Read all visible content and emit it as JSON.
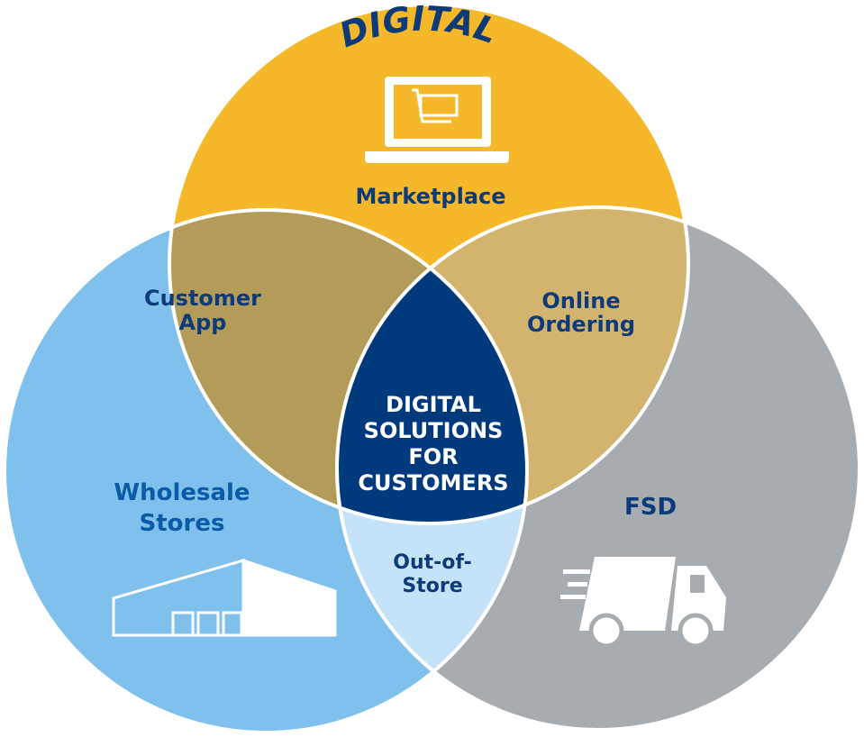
{
  "title": "DIGITAL",
  "circles": {
    "top": {
      "label": "Marketplace",
      "icon": "laptop-cart-icon",
      "color": "#f5b82a"
    },
    "left": {
      "label_line1": "Wholesale",
      "label_line2": "Stores",
      "icon": "warehouse-icon",
      "color": "#7fc1ec"
    },
    "right": {
      "label": "FSD",
      "icon": "delivery-truck-icon",
      "color": "#a6acb0"
    }
  },
  "overlaps": {
    "top_left": {
      "line1": "Customer",
      "line2": "App",
      "color": "#b39c59"
    },
    "top_right": {
      "line1": "Online",
      "line2": "Ordering",
      "color": "#d3b46f"
    },
    "left_right": {
      "line1": "Out-of-",
      "line2": "Store",
      "color": "#c5e3f8"
    },
    "center": {
      "line1": "DIGITAL",
      "line2": "SOLUTIONS",
      "line3": "FOR",
      "line4": "CUSTOMERS",
      "color": "#003a7d"
    }
  },
  "text_color": "#0d3a78"
}
